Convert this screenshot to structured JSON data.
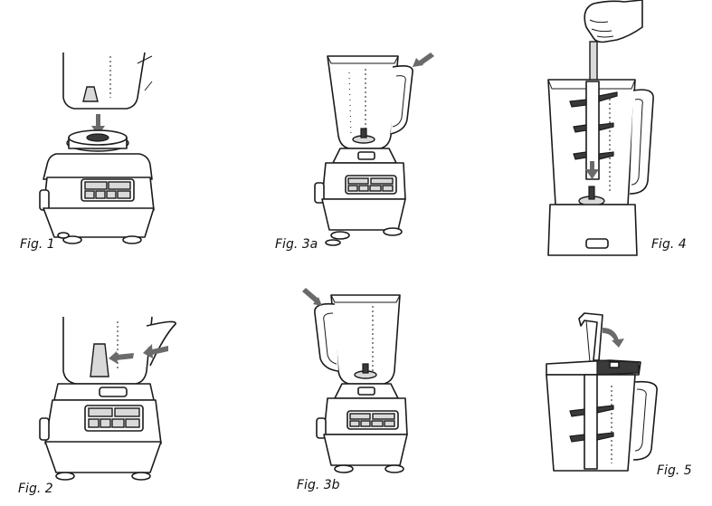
{
  "figures": [
    {
      "id": "fig1",
      "caption": "Fig. 1"
    },
    {
      "id": "fig2",
      "caption": "Fig. 2"
    },
    {
      "id": "fig3a",
      "caption": "Fig. 3a"
    },
    {
      "id": "fig3b",
      "caption": "Fig. 3b"
    },
    {
      "id": "fig4",
      "caption": "Fig. 4"
    },
    {
      "id": "fig5",
      "caption": "Fig. 5"
    }
  ],
  "icons": {
    "arrow": "arrow-icon",
    "hand": "hand-icon"
  }
}
